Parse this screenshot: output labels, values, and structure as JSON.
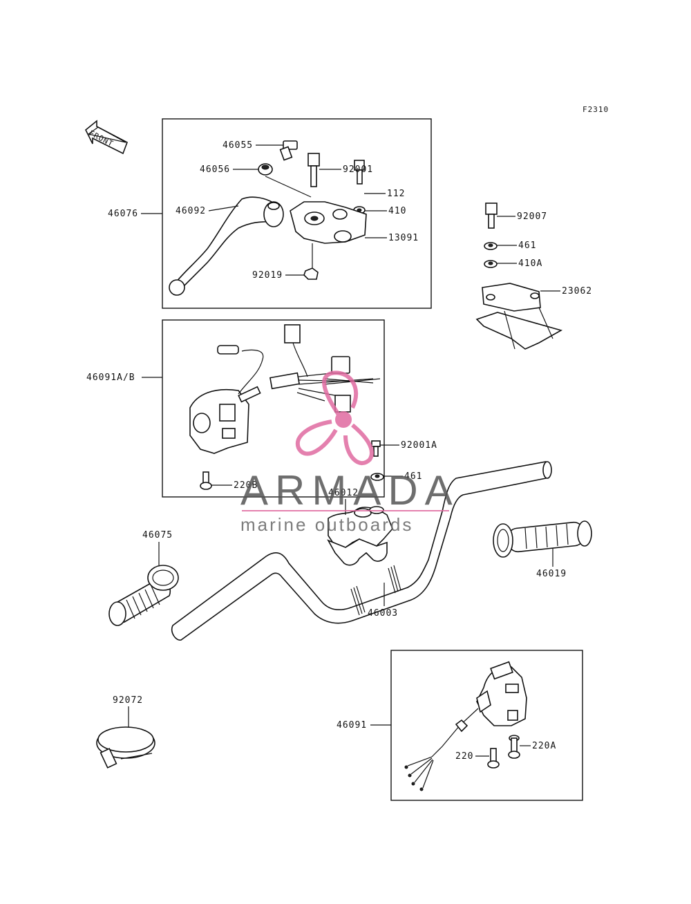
{
  "figure_code": "F2310",
  "front_label": "FRONT",
  "watermark": {
    "brand": "ARMADA",
    "tagline": "marine outboards",
    "brand_color": "#555555",
    "accent_color": "#e06aa0"
  },
  "labels": {
    "p46055": "46055",
    "p46056": "46056",
    "p92001": "92001",
    "p112": "112",
    "p410": "410",
    "p46076": "46076",
    "p46092": "46092",
    "p13091": "13091",
    "p92019": "92019",
    "p92007": "92007",
    "p461a": "461",
    "p410A": "410A",
    "p23062": "23062",
    "p46091AB": "46091A/B",
    "p92001A": "92001A",
    "p461b": "461",
    "p220B": "220B",
    "p46012": "46012",
    "p46075": "46075",
    "p46019": "46019",
    "p46003": "46003",
    "p92072": "92072",
    "p46091": "46091",
    "p220": "220",
    "p220A": "220A"
  }
}
